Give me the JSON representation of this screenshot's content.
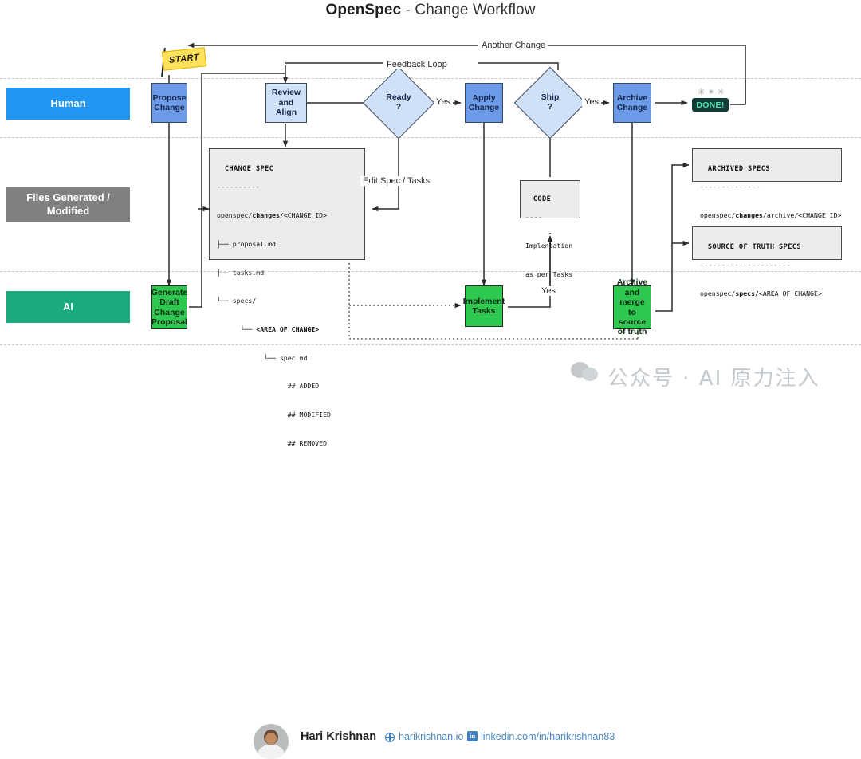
{
  "title": {
    "brand": "OpenSpec",
    "rest": " - Change Workflow"
  },
  "lanes": [
    {
      "id": "human",
      "label": "Human",
      "color": "#2196f3"
    },
    {
      "id": "files",
      "label": "Files Generated / Modified",
      "color": "#808080"
    },
    {
      "id": "ai",
      "label": "AI",
      "color": "#1aab7e"
    }
  ],
  "nodes": {
    "propose_change": "Propose\nChange",
    "review_and_align": "Review\nand Align",
    "ready": "Ready",
    "ready_q": "?",
    "apply_change": "Apply\nChange",
    "ship": "Ship",
    "ship_q": "?",
    "archive_change": "Archive\nChange",
    "generate_draft": "Generate\nDraft\nChange\nProposal",
    "implement_tasks": "Implement\nTasks",
    "archive_merge": "Archive\nand merge\nto source\nof truth"
  },
  "markers": {
    "start": "START",
    "done": "DONE!",
    "confetti": "✳ ✴ ✳"
  },
  "edge_labels": {
    "another_change": "Another Change",
    "feedback_loop": "Feedback Loop",
    "ready_yes": "Yes",
    "ship_yes": "Yes",
    "edit_spec_tasks": "Edit Spec / Tasks",
    "implement_yes": "Yes"
  },
  "artifacts": {
    "change_spec": {
      "header": "CHANGE SPEC",
      "dashes": "----------",
      "root_prefix": "openspec/",
      "root_bold": "changes",
      "root_suffix": "/<CHANGE ID>",
      "lines": [
        "├── proposal.md",
        "├── tasks.md",
        "└── specs/",
        "      └── <AREA OF CHANGE>",
        "            └── spec.md",
        "                  ## ADDED",
        "                  ## MODIFIED",
        "                  ## REMOVED"
      ]
    },
    "code": {
      "header": "CODE",
      "dashes": "----",
      "lines": [
        "Implentation",
        "as per Tasks"
      ]
    },
    "archived_specs": {
      "header": "ARCHIVED SPECS",
      "dashes": "--------------",
      "path_prefix": "openspec/",
      "path_bold": "changes",
      "path_suffix": "/archive/<CHANGE ID>"
    },
    "source_of_truth": {
      "header": "SOURCE OF TRUTH SPECS",
      "dashes": "---------------------",
      "path_prefix": "openspec/",
      "path_bold": "specs",
      "path_suffix": "/<AREA OF CHANGE>"
    }
  },
  "footer": {
    "author": "Hari Krishnan",
    "website": "harikrishnan.io",
    "linkedin": "linkedin.com/in/harikrishnan83",
    "li_glyph": "in"
  },
  "watermark": {
    "text": "公众号 · AI 原力注入"
  }
}
